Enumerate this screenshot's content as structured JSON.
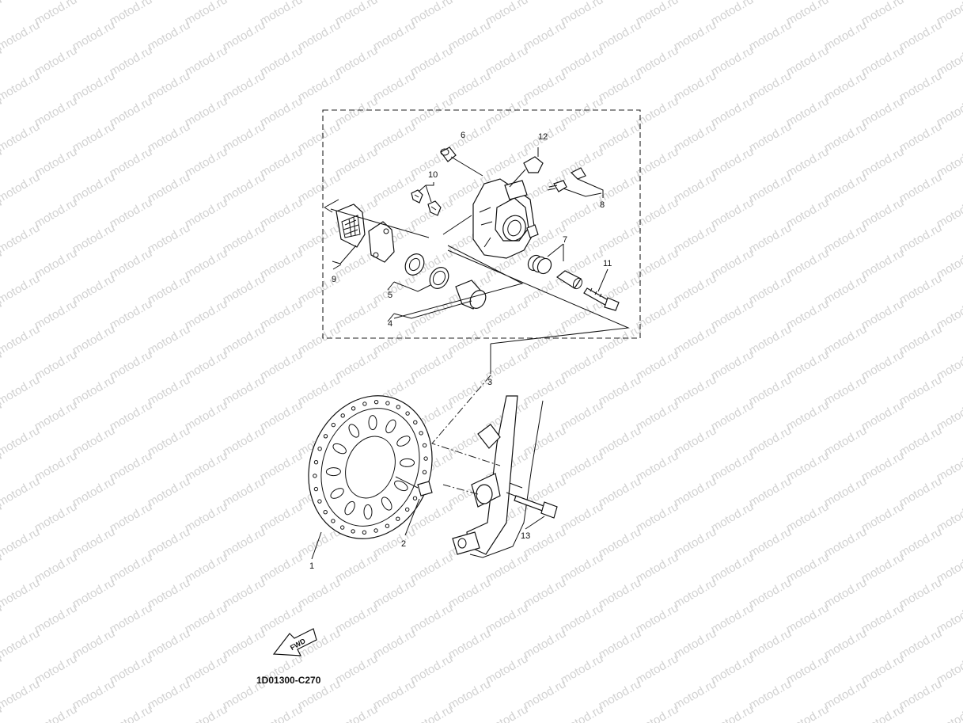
{
  "watermark": {
    "text": "motod.ru",
    "color": "#d2d2d2"
  },
  "diagram_code": "1D01300-C270",
  "fwd_arrow": {
    "text": "FWD",
    "icon": "forward-arrow-icon"
  },
  "callouts": [
    {
      "id": "1",
      "label": "1"
    },
    {
      "id": "2",
      "label": "2"
    },
    {
      "id": "3",
      "label": "3"
    },
    {
      "id": "4",
      "label": "4"
    },
    {
      "id": "5",
      "label": "5"
    },
    {
      "id": "6",
      "label": "6"
    },
    {
      "id": "7",
      "label": "7"
    },
    {
      "id": "8",
      "label": "8"
    },
    {
      "id": "9",
      "label": "9"
    },
    {
      "id": "10",
      "label": "10"
    },
    {
      "id": "11",
      "label": "11"
    },
    {
      "id": "12",
      "label": "12"
    },
    {
      "id": "13",
      "label": "13"
    }
  ]
}
